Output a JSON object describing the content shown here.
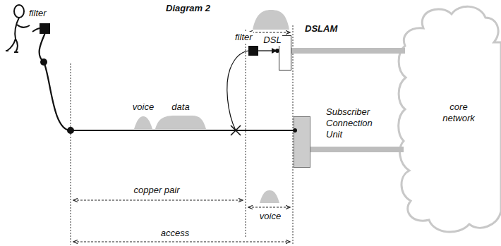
{
  "diagram": {
    "title": "Diagram 2",
    "nodes": [
      {
        "text": [
          "filter"
        ]
      },
      {
        "text": [
          "filter"
        ]
      },
      {
        "text": [
          "DSLAM"
        ]
      },
      {
        "text": [
          "Subscriber Connection Unit"
        ]
      },
      {
        "text": [
          "core network"
        ]
      }
    ],
    "edges": [
      {
        "from": 0,
        "to": 3,
        "arrow": "none"
      },
      {
        "from": 1,
        "to": 2,
        "arrow": "to"
      },
      {
        "from": 2,
        "to": 4,
        "arrow": "none"
      },
      {
        "from": 3,
        "to": 4,
        "arrow": "none"
      }
    ],
    "labels": [
      "DSL",
      "voice",
      "data",
      "copper pair",
      "voice",
      "access"
    ]
  }
}
